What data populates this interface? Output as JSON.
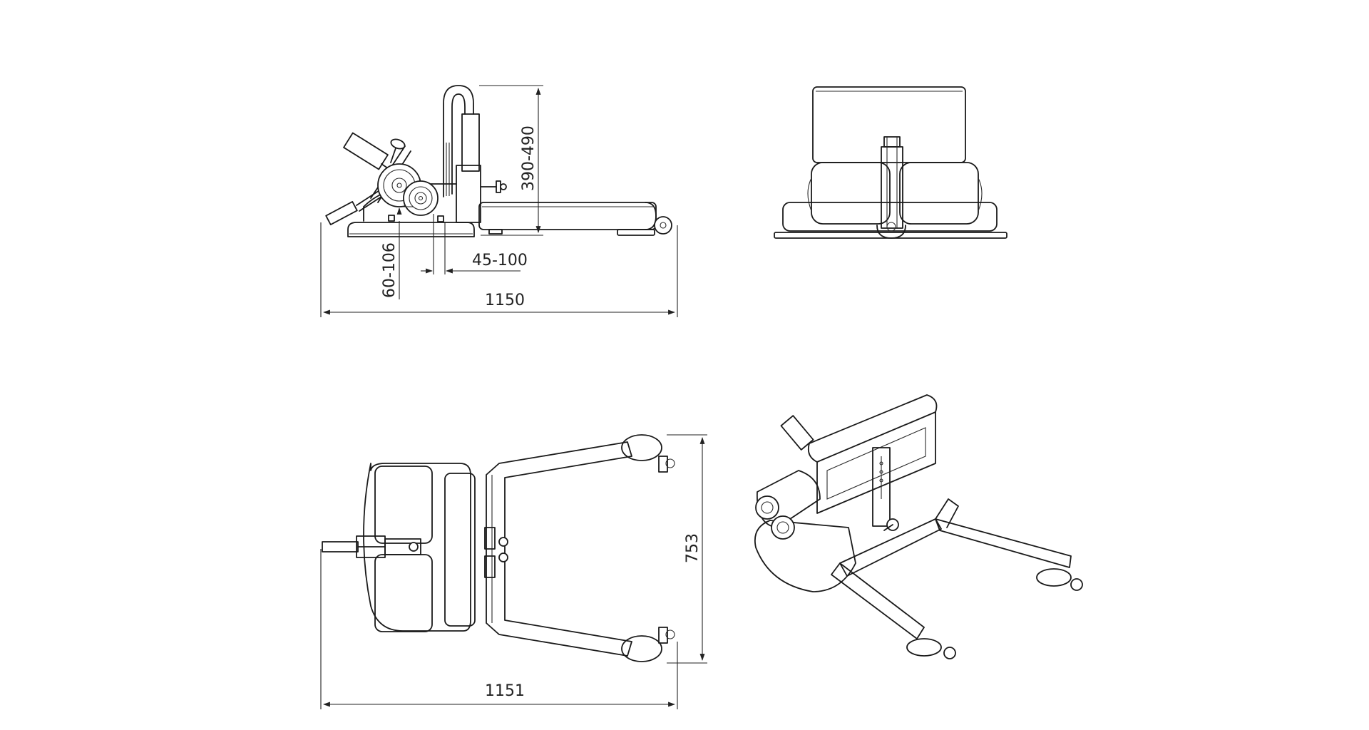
{
  "views": {
    "side": {
      "dimensions": {
        "overall_length": "1150",
        "height_adjust": "390-490",
        "roller_offset": "45-100",
        "foot_height": "60-106"
      }
    },
    "front": {},
    "top": {
      "dimensions": {
        "overall_length": "1151",
        "overall_width": "753"
      }
    },
    "isometric": {}
  },
  "colors": {
    "line": "#1a1a1a",
    "background": "#ffffff"
  }
}
